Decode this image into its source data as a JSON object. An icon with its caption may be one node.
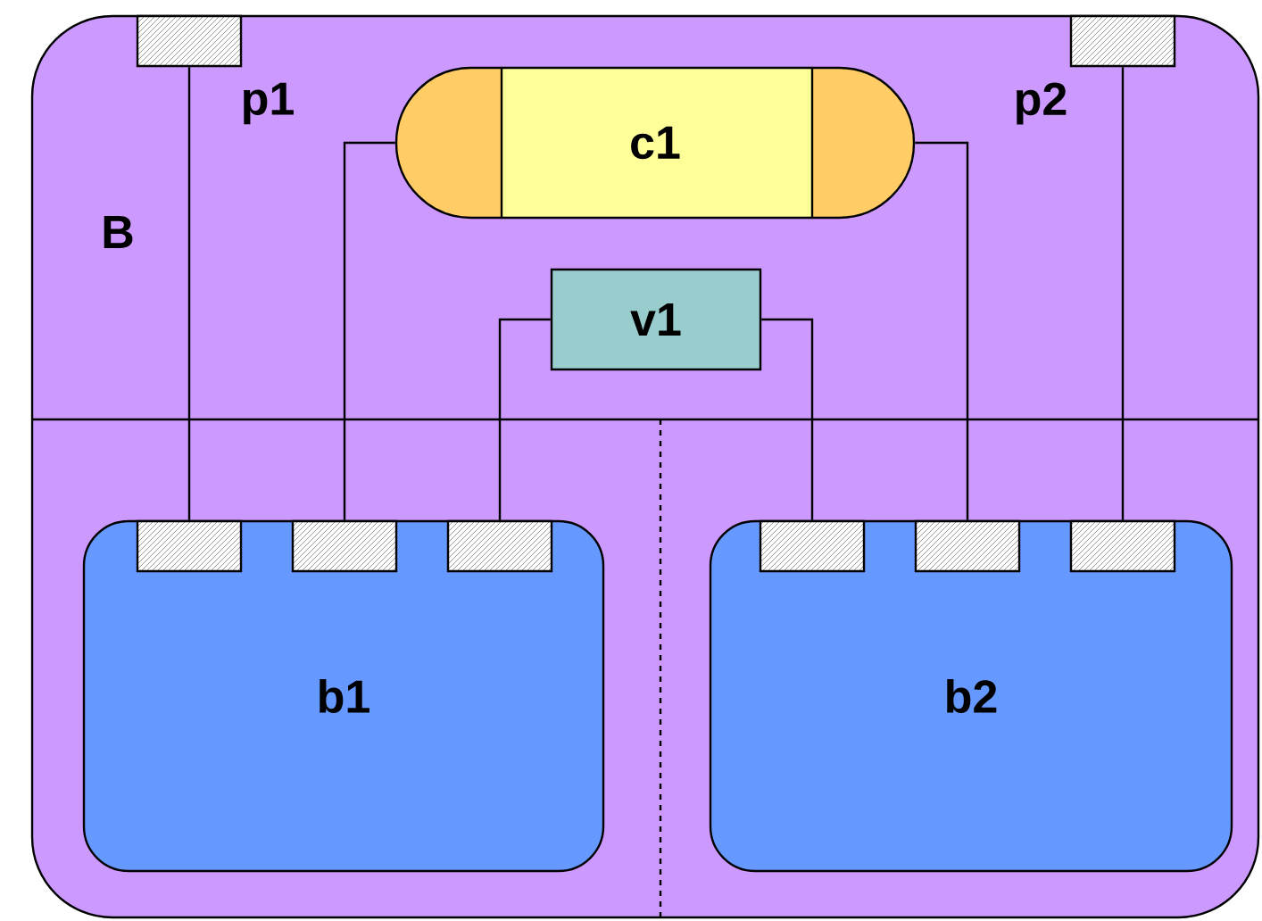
{
  "diagram": {
    "nodes": [
      {
        "text": [
          "B"
        ]
      },
      {
        "text": [],
        "shape": "box",
        "beside": [
          "p1"
        ],
        "in": 0
      },
      {
        "text": [
          "c1"
        ],
        "in": 0
      },
      {
        "text": [],
        "shape": "box",
        "beside": [
          "p2"
        ],
        "in": 0
      },
      {
        "text": [
          "v1"
        ],
        "in": 0
      },
      {
        "text": [
          "b1"
        ],
        "in": 0
      },
      {
        "text": [],
        "shape": "box",
        "in": 5
      },
      {
        "text": [],
        "shape": "box",
        "in": 5
      },
      {
        "text": [],
        "shape": "box",
        "in": 5
      },
      {
        "text": [
          "b2"
        ],
        "in": 0
      },
      {
        "text": [],
        "shape": "box",
        "in": 9
      },
      {
        "text": [],
        "shape": "box",
        "in": 9
      },
      {
        "text": [],
        "shape": "box",
        "in": 9
      }
    ],
    "edges": [
      {
        "from": 1,
        "to": 6,
        "arrow": "none"
      },
      {
        "from": 2,
        "to": 7,
        "arrow": "none"
      },
      {
        "from": 4,
        "to": 8,
        "arrow": "none"
      },
      {
        "from": 4,
        "to": 10,
        "arrow": "none"
      },
      {
        "from": 2,
        "to": 11,
        "arrow": "none"
      },
      {
        "from": 3,
        "to": 12,
        "arrow": "none"
      }
    ]
  }
}
